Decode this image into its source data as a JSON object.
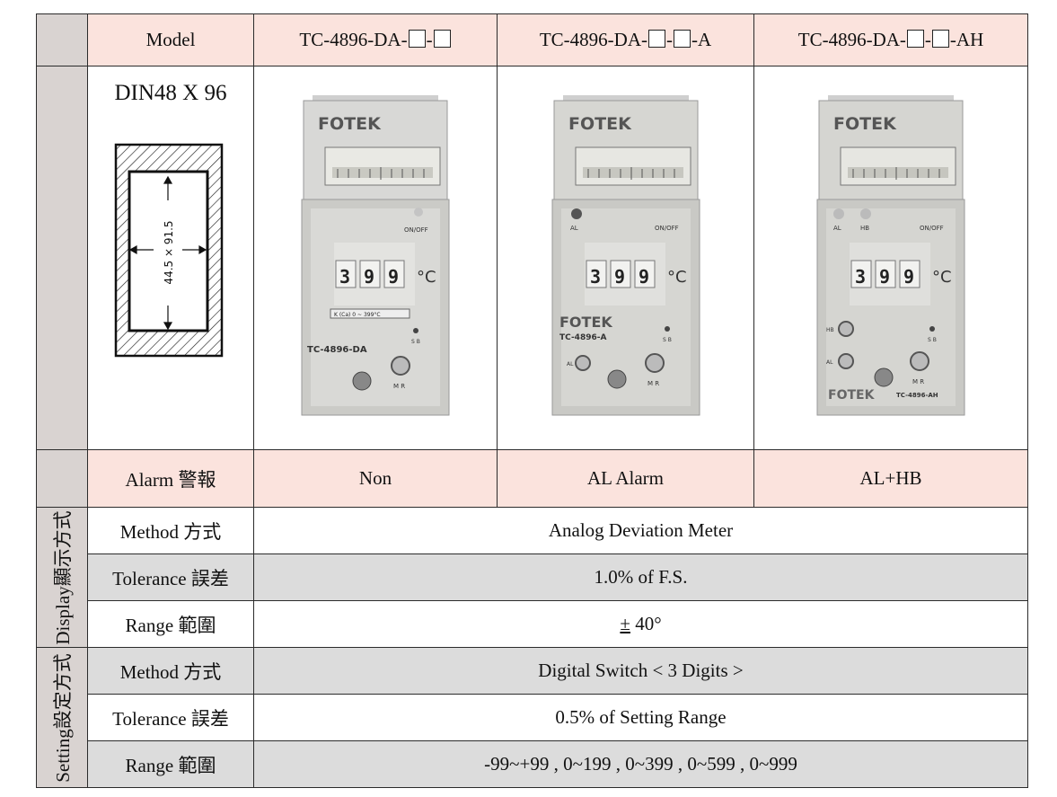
{
  "header": {
    "model_label": "Model",
    "models": [
      {
        "prefix": "TC-4896-DA-",
        "sep": "-",
        "suffix": ""
      },
      {
        "prefix": "TC-4896-DA-",
        "sep": "-",
        "suffix": "-A"
      },
      {
        "prefix": "TC-4896-DA-",
        "sep": "-",
        "suffix": "-AH"
      }
    ]
  },
  "cutout": {
    "title": "DIN48 X 96",
    "dimension": "44.5 × 91.5"
  },
  "devices": [
    {
      "brand": "FOTEK",
      "model_text": "TC-4896-DA",
      "digits": [
        "3",
        "9",
        "9"
      ],
      "unit": "°C",
      "range_label": "K (Ca) 0 ~ 399°C",
      "indicators": [
        "ON/OFF"
      ],
      "knob_label": "M R",
      "sb_label": "S B"
    },
    {
      "brand": "FOTEK",
      "model_text": "TC-4896-A",
      "digits": [
        "3",
        "9",
        "9"
      ],
      "unit": "°C",
      "indicators": [
        "AL",
        "ON/OFF"
      ],
      "knob_label": "M R",
      "sb_label": "S B",
      "al_label": "AL"
    },
    {
      "brand": "FOTEK",
      "model_text": "TC-4896-AH",
      "digits": [
        "3",
        "9",
        "9"
      ],
      "unit": "°C",
      "indicators": [
        "AL",
        "HB",
        "ON/OFF"
      ],
      "knob_label": "M R",
      "sb_label": "S B",
      "al_label": "AL",
      "hb_label": "HB"
    }
  ],
  "alarm": {
    "label": "Alarm 警報",
    "values": [
      "Non",
      "AL Alarm",
      "AL+HB"
    ]
  },
  "display": {
    "group_label": "Display",
    "group_label_cjk": "顯示方式",
    "rows": [
      {
        "label": "Method 方式",
        "value": "Analog Deviation Meter"
      },
      {
        "label": "Tolerance 誤差",
        "value": "1.0% of F.S."
      },
      {
        "label": "Range 範圍",
        "value_pm": "±",
        "value_rest": " 40°"
      }
    ]
  },
  "setting": {
    "group_label": "Setting",
    "group_label_cjk": "設定方式",
    "rows": [
      {
        "label": "Method 方式",
        "value": "Digital Switch < 3 Digits >"
      },
      {
        "label": "Tolerance 誤差",
        "value": "0.5% of Setting Range"
      },
      {
        "label": "Range 範圍",
        "value": "-99~+99 , 0~199 , 0~399 , 0~599 , 0~999"
      }
    ]
  }
}
